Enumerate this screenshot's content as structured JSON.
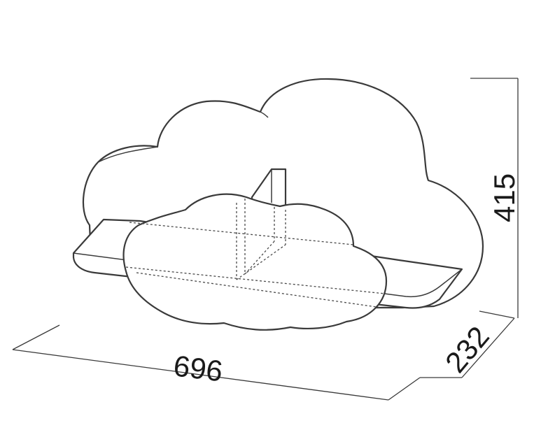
{
  "drawing": {
    "dimensions": {
      "width": "696",
      "depth": "232",
      "height": "415"
    }
  }
}
